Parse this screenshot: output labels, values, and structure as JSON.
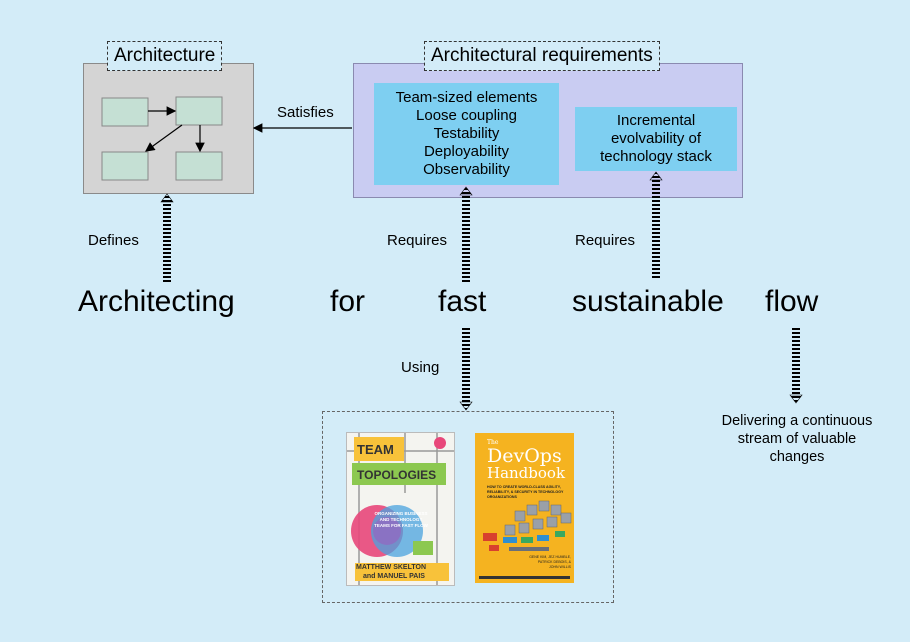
{
  "architecture": {
    "title": "Architecture"
  },
  "requirements": {
    "title": "Architectural requirements",
    "left_items": [
      "Team-sized elements",
      "Loose coupling",
      "Testability",
      "Deployability",
      "Observability"
    ],
    "right_lines": [
      "Incremental",
      "evolvability of",
      "technology stack"
    ]
  },
  "relations": {
    "satisfies": "Satisfies",
    "defines": "Defines",
    "requires_1": "Requires",
    "requires_2": "Requires",
    "using": "Using"
  },
  "sentence": {
    "w1": "Architecting",
    "w2": "for",
    "w3": "fast",
    "w4": "sustainable",
    "w5": "flow"
  },
  "flow_outcome": {
    "lines": [
      "Delivering a continuous",
      "stream of valuable",
      "changes"
    ]
  },
  "books": {
    "team_topologies": {
      "line1": "TEAM",
      "line2": "TOPOLOGIES",
      "tagline": "ORGANIZING BUSINESS AND TECHNOLOGY TEAMS FOR FAST FLOW",
      "authors_line1": "MATTHEW SKELTON",
      "authors_line2": "and MANUEL PAIS"
    },
    "devops": {
      "the": "The",
      "title1": "DevOps",
      "title2": "Handbook",
      "subtitle": "HOW TO CREATE WORLD-CLASS AGILITY, RELIABILITY, & SECURITY IN TECHNOLOGY ORGANIZATIONS",
      "authors": "GENE KIM, JEZ HUMBLE, PATRICK DEBOIS, & JOHN WILLIS"
    }
  },
  "colors": {
    "background": "#d3ecf8",
    "architecture_panel": "#d4d4d4",
    "component_box": "#c5e0d4",
    "requirements_panel": "#c9ccf2",
    "requirement_box": "#7ecff1",
    "devops_cover": "#f5b320"
  }
}
